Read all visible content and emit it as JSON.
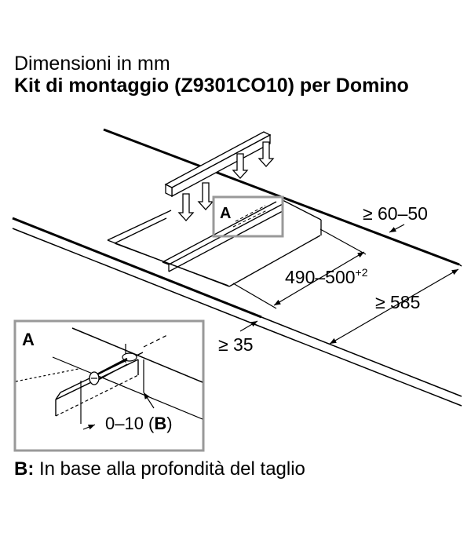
{
  "header": {
    "subtitle": "Dimensioni in mm",
    "title": "Kit di montaggio (Z9301CO10) per Domino"
  },
  "diagram": {
    "detail_marker": "A",
    "detail_inset_label": "A",
    "dimensions": {
      "rear_distance": "≥ 60–50",
      "cutout_width": "490–500",
      "cutout_width_tolerance": "+2",
      "worktop_depth": "≥ 585",
      "front_distance": "≥ 35",
      "detail_offset": "0–10 (",
      "detail_offset_ref": "B",
      "detail_offset_close": ")"
    }
  },
  "footnote": {
    "key": "B:",
    "text": "In base alla profondità del taglio"
  }
}
